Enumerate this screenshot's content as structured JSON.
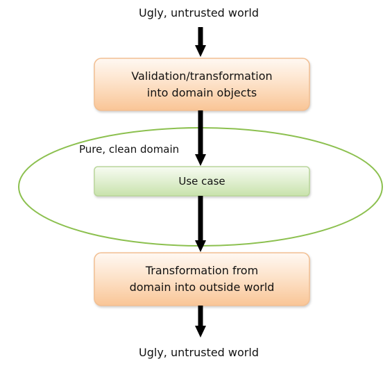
{
  "diagram": {
    "top_label": "Ugly, untrusted world",
    "domain_label": "Pure, clean domain",
    "bottom_label": "Ugly, untrusted world",
    "boxes": [
      {
        "id": "validation",
        "text": "Validation/transformation\ninto domain objects",
        "fill": "#fcd8b8",
        "stroke": "#f2bf92"
      },
      {
        "id": "use-case",
        "text": "Use case",
        "fill": "#d8ebc2",
        "stroke": "#b9d69a"
      },
      {
        "id": "transformation",
        "text": "Transformation from\ndomain into outside world",
        "fill": "#fcd8b8",
        "stroke": "#f2bf92"
      }
    ],
    "ellipse_color": "#8cc04f",
    "arrow_color": "#000000"
  }
}
